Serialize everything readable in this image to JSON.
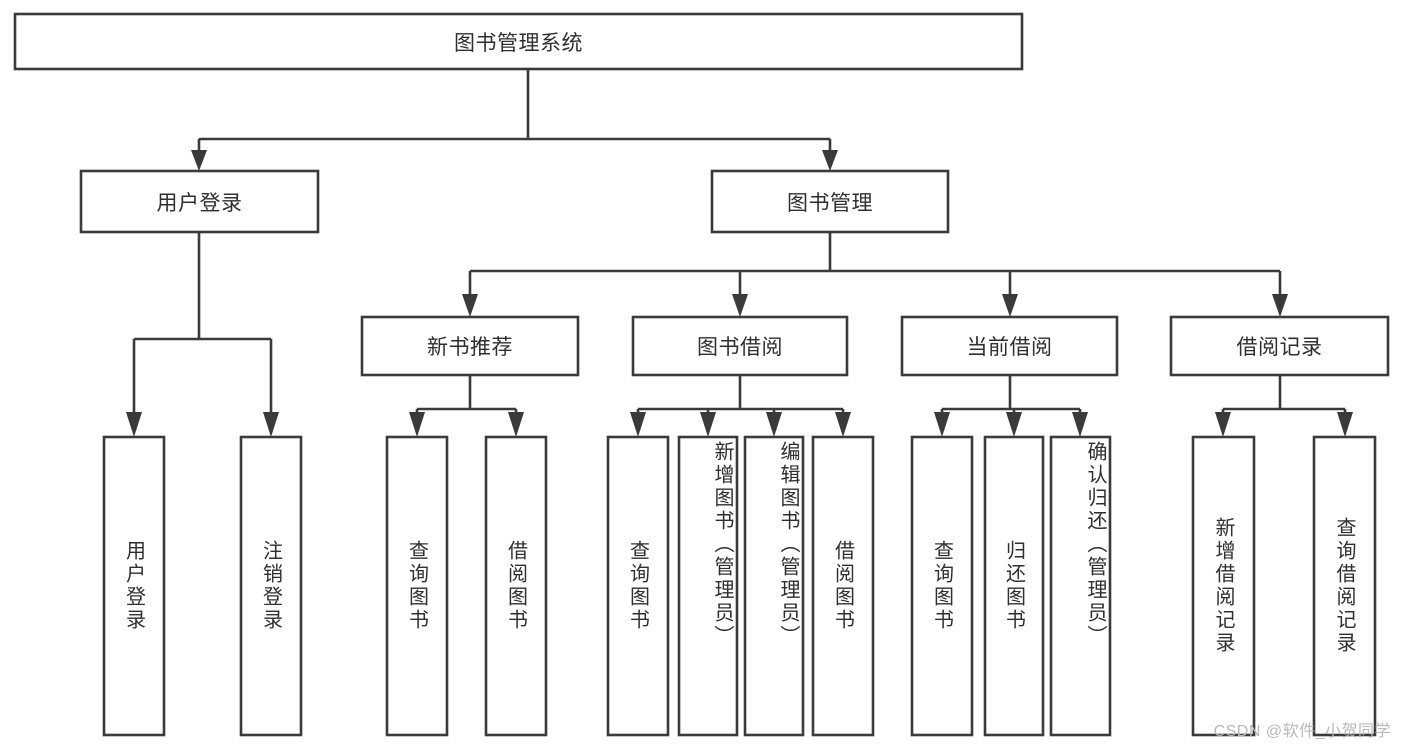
{
  "diagram": {
    "type": "tree-hierarchy-chart",
    "title": "图书管理系统",
    "root": {
      "label": "图书管理系统",
      "orientation": "horizontal"
    },
    "level2": [
      {
        "label": "用户登录",
        "orientation": "horizontal"
      },
      {
        "label": "图书管理",
        "orientation": "horizontal"
      }
    ],
    "level3": [
      {
        "label": "新书推荐",
        "orientation": "horizontal"
      },
      {
        "label": "图书借阅",
        "orientation": "horizontal"
      },
      {
        "label": "当前借阅",
        "orientation": "horizontal"
      },
      {
        "label": "借阅记录",
        "orientation": "horizontal"
      }
    ],
    "leaves": {
      "user_login": [
        {
          "label": "用户登录",
          "orientation": "vertical"
        },
        {
          "label": "注销登录",
          "orientation": "vertical"
        }
      ],
      "new_book_recommend": [
        {
          "label": "查询图书",
          "orientation": "vertical"
        },
        {
          "label": "借阅图书",
          "orientation": "vertical"
        }
      ],
      "book_borrow": [
        {
          "label": "查询图书",
          "orientation": "vertical"
        },
        {
          "label": "新增图书（管理员）",
          "orientation": "vertical"
        },
        {
          "label": "编辑图书（管理员）",
          "orientation": "vertical"
        },
        {
          "label": "借阅图书",
          "orientation": "vertical"
        }
      ],
      "current_borrow": [
        {
          "label": "查询图书",
          "orientation": "vertical"
        },
        {
          "label": "归还图书",
          "orientation": "vertical"
        },
        {
          "label": "确认归还（管理员）",
          "orientation": "vertical"
        }
      ],
      "borrow_record": [
        {
          "label": "新增借阅记录",
          "orientation": "vertical"
        },
        {
          "label": "查询借阅记录",
          "orientation": "vertical"
        }
      ]
    },
    "watermark": "CSDN @软件_小贺同学",
    "colors": {
      "stroke": "#3a3a3a",
      "fill": "#ffffff",
      "text": "#2f2f2f",
      "watermark": "#b9b9b9",
      "background": "#ffffff"
    }
  }
}
